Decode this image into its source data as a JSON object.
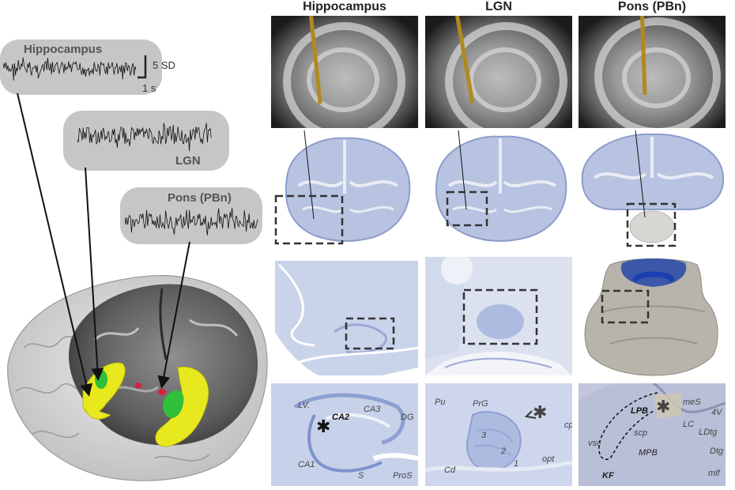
{
  "columns": {
    "hippocampus": "Hippocampus",
    "lgn": "LGN",
    "pons": "Pons (PBn)"
  },
  "traces": {
    "hippocampus": "Hippocampus",
    "lgn": "LGN",
    "pons": "Pons (PBn)"
  },
  "scale": {
    "amplitude": "5 SD",
    "time": "1 s"
  },
  "hippo_labels": [
    "LV.",
    "CA2",
    "CA3",
    "DG",
    "CA1",
    "S",
    "ProS"
  ],
  "lgn_labels": [
    "Pu",
    "PrG",
    "cp",
    "3",
    "2",
    "1",
    "opt",
    "Cd"
  ],
  "pons_labels": [
    "LPB",
    "meS",
    "4V",
    "LC",
    "LDtg",
    "scp",
    "vsc",
    "MPB",
    "Dtg",
    "KF",
    "mlf"
  ],
  "asterisk": "✱",
  "colors": {
    "yellow": "#e8e81e",
    "green": "#2fbf3a",
    "red": "#d8213a",
    "electrode": "#b08a1e",
    "nissl": "#9fb1d6"
  }
}
